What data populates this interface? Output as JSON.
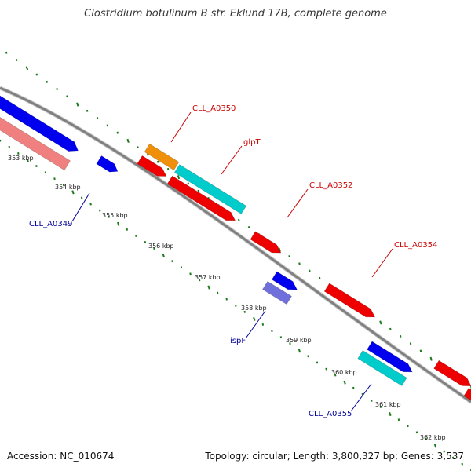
{
  "title": "Clostridium botulinum B str. Eklund 17B, complete genome",
  "footer": {
    "accession": "Accession: NC_010674",
    "summary": "Topology: circular; Length: 3,800,327 bp; Genes: 3,537"
  },
  "colors": {
    "backbone": "#808080",
    "tick": "#1a7a1a",
    "forward_label": "#cc0000",
    "reverse_label": "#000099"
  },
  "ticks": [
    "353 kbp",
    "354 kbp",
    "355 kbp",
    "356 kbp",
    "357 kbp",
    "358 kbp",
    "359 kbp",
    "360 kbp",
    "361 kbp",
    "362 kbp"
  ],
  "genes": [
    {
      "name": "gene-blue-a",
      "color": "#0000ee"
    },
    {
      "name": "gene-pink-a",
      "color": "#f08080"
    },
    {
      "name": "gene-blue-b",
      "color": "#0000ee"
    },
    {
      "name": "gene-orange",
      "color": "#f0900a"
    },
    {
      "name": "gene-cyan-a",
      "color": "#00cccc"
    },
    {
      "name": "gene-red-a",
      "color": "#ee0000"
    },
    {
      "name": "gene-red-b",
      "color": "#ee0000"
    },
    {
      "name": "gene-red-c",
      "color": "#ee0000"
    },
    {
      "name": "gene-blue-c",
      "color": "#0000ee"
    },
    {
      "name": "gene-purple",
      "color": "#7070dd"
    },
    {
      "name": "gene-red-d",
      "color": "#ee0000"
    },
    {
      "name": "gene-blue-d",
      "color": "#0000ee"
    },
    {
      "name": "gene-cyan-b",
      "color": "#00cccc"
    },
    {
      "name": "gene-red-e",
      "color": "#ee0000"
    },
    {
      "name": "gene-red-f",
      "color": "#ee0000"
    }
  ],
  "labels": [
    {
      "text": "CLL_A0350",
      "strand": "forward"
    },
    {
      "text": "glpT",
      "strand": "forward"
    },
    {
      "text": "CLL_A0352",
      "strand": "forward"
    },
    {
      "text": "CLL_A0354",
      "strand": "forward"
    },
    {
      "text": "CLL_A0349",
      "strand": "reverse"
    },
    {
      "text": "ispF",
      "strand": "reverse"
    },
    {
      "text": "CLL_A0355",
      "strand": "reverse"
    }
  ]
}
